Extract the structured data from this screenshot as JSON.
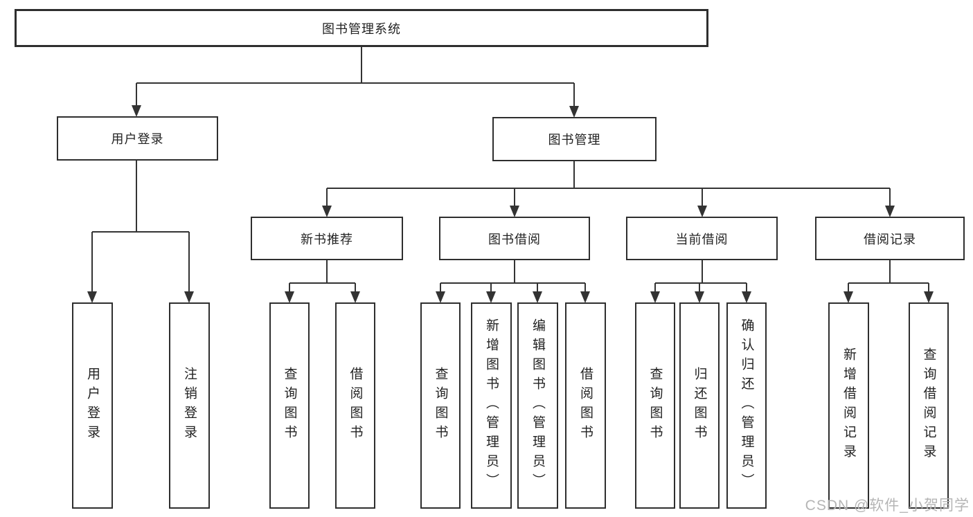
{
  "diagram": {
    "title": "图书管理系统",
    "colors": {
      "line": "#333333",
      "box_border": "#2e2e2e",
      "box_fill": "#ffffff",
      "text": "#222222",
      "watermark": "#b5b5b5",
      "bg": "#ffffff"
    },
    "nodes": {
      "root": {
        "label": "图书管理系统"
      },
      "user_login": {
        "label": "用户登录"
      },
      "book_mgmt": {
        "label": "图书管理"
      },
      "new_book_rec": {
        "label": "新书推荐"
      },
      "book_borrow": {
        "label": "图书借阅"
      },
      "current_borrow": {
        "label": "当前借阅"
      },
      "borrow_record": {
        "label": "借阅记录"
      },
      "login": {
        "label": "用户登录"
      },
      "logout": {
        "label": "注销登录"
      },
      "rec_query": {
        "label": "查询图书"
      },
      "rec_borrow": {
        "label": "借阅图书"
      },
      "bb_query": {
        "label": "查询图书"
      },
      "bb_add": {
        "label": "新增图书（管理员）"
      },
      "bb_edit": {
        "label": "编辑图书（管理员）"
      },
      "bb_borrow": {
        "label": "借阅图书"
      },
      "cb_query": {
        "label": "查询图书"
      },
      "cb_return": {
        "label": "归还图书"
      },
      "cb_confirm": {
        "label": "确认归还（管理员）"
      },
      "br_add": {
        "label": "新增借阅记录"
      },
      "br_query": {
        "label": "查询借阅记录"
      }
    },
    "hierarchy": {
      "图书管理系统": {
        "用户登录": [
          "用户登录",
          "注销登录"
        ],
        "图书管理": {
          "新书推荐": [
            "查询图书",
            "借阅图书"
          ],
          "图书借阅": [
            "查询图书",
            "新增图书（管理员）",
            "编辑图书（管理员）",
            "借阅图书"
          ],
          "当前借阅": [
            "查询图书",
            "归还图书",
            "确认归还（管理员）"
          ],
          "借阅记录": [
            "新增借阅记录",
            "查询借阅记录"
          ]
        }
      }
    },
    "watermark": {
      "text": "CSDN @软件_小贺同学"
    }
  }
}
